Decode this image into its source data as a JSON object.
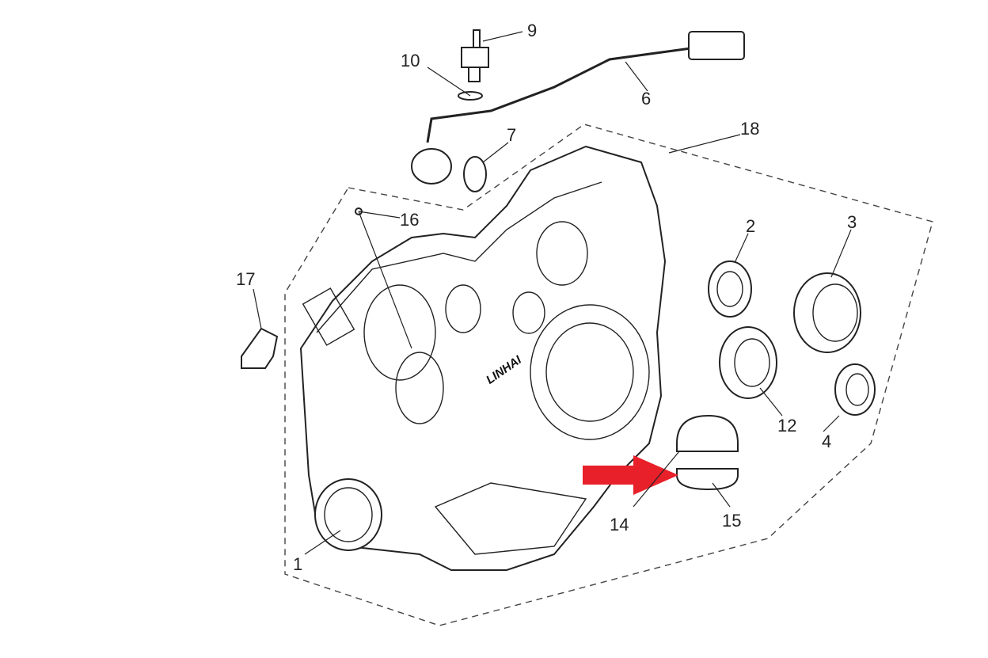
{
  "diagram": {
    "brand_text": "LINHAI",
    "callouts": [
      {
        "id": "1",
        "label": "1"
      },
      {
        "id": "2",
        "label": "2"
      },
      {
        "id": "3",
        "label": "3"
      },
      {
        "id": "4",
        "label": "4"
      },
      {
        "id": "6",
        "label": "6"
      },
      {
        "id": "7",
        "label": "7"
      },
      {
        "id": "9",
        "label": "9"
      },
      {
        "id": "10",
        "label": "10"
      },
      {
        "id": "12",
        "label": "12"
      },
      {
        "id": "14",
        "label": "14"
      },
      {
        "id": "15",
        "label": "15"
      },
      {
        "id": "16",
        "label": "16"
      },
      {
        "id": "17",
        "label": "17"
      },
      {
        "id": "18",
        "label": "18"
      }
    ],
    "highlight_color": "#e8202a"
  }
}
